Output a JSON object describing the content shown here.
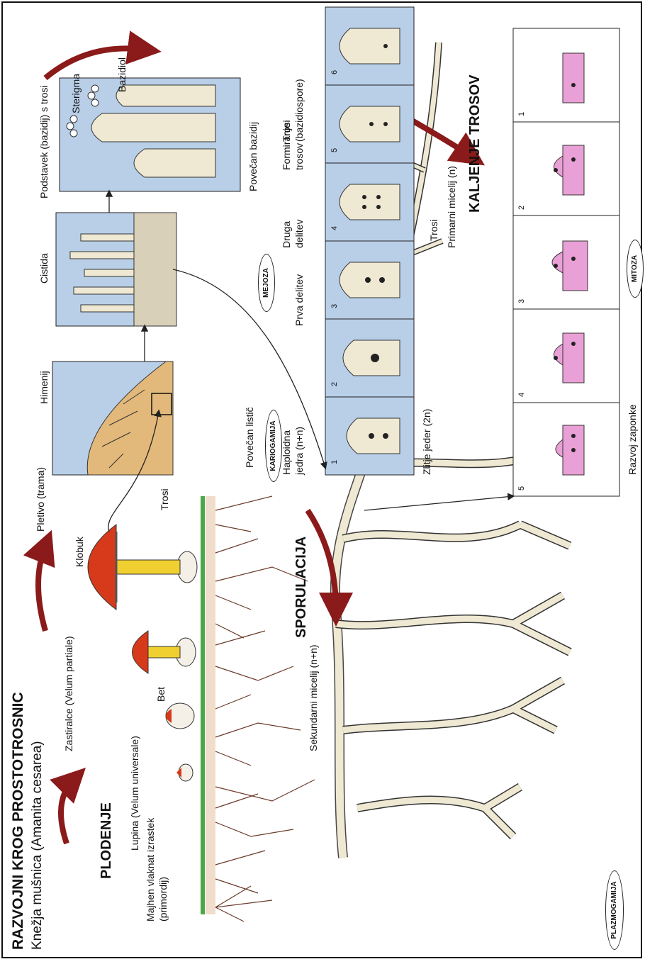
{
  "title": "RAZVOJNI KROG PROSTOTROSNIC",
  "subtitle": "Knežja mušnica (Amanita cesarea)",
  "sections": {
    "plodenje": "PLODENJE",
    "sporulacija": "SPORULACIJA",
    "kaljenje": "KALJENJE TROSOV"
  },
  "labels": {
    "majhen": "Majhen vlaknat izrastek",
    "primordij": "(primordij)",
    "lupina": "Lupina (Velum universale)",
    "zastiralce": "Zastiralce (Velum partiale)",
    "bet": "Bet",
    "klobuk": "Klobuk",
    "pletivo": "Pletivo (trama)",
    "trosi_top": "Trosi",
    "himenij": "Himenij",
    "povecan_listic": "Povečan listič",
    "cistida": "Cistida",
    "podstavek": "Podstavek (bazidij) s trosi",
    "sterigma": "Sterigma",
    "bazidiol": "Bazidiol",
    "povecan_bazidij": "Povečan bazidij",
    "haploidna1": "Haploidna",
    "haploidna2": "jedra (n+n)",
    "prva_delitev": "Prva delitev",
    "druga1": "Druga",
    "druga2": "delitev",
    "formiranje1": "Formiranje",
    "formiranje2": "trosov",
    "trosi_bazid1": "Trosi",
    "trosi_bazid2": "(bazidiospore)",
    "zlitje": "Zlitje jeder (2n)",
    "trosi_mid": "Trosi",
    "primarni": "Primarni micelij (n)",
    "sekundarni": "Sekundarni micelij (n+n)",
    "razvoj": "Razvoj zaponke"
  },
  "pills": {
    "kariogamija": "KARIOGAMIJA",
    "mejoza": "MEJOZA",
    "mitoza": "MITOZA",
    "plazmogamija": "PLAZMOGAMIJA"
  },
  "stage_numbers": [
    "1",
    "2",
    "3",
    "4",
    "5",
    "6"
  ],
  "clamp_numbers": [
    "5",
    "4",
    "3",
    "2",
    "1"
  ],
  "colors": {
    "arrow": "#8b1a1a",
    "panel_bg": "#b9cfe8",
    "cell": "#f0e6c0",
    "clamp": "#e9a0d6",
    "cap": "#d63a1a",
    "stem": "#f0d030",
    "soil": "#4aa84a"
  }
}
